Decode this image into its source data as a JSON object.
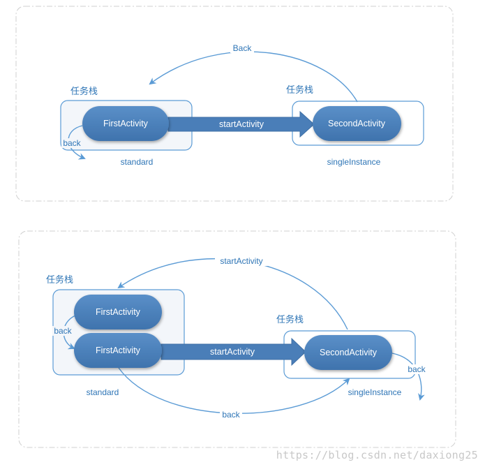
{
  "top_diagram": {
    "task_stack_left": "任务栈",
    "task_stack_right": "任务栈",
    "first_activity": "FirstActivity",
    "second_activity": "SecondActivity",
    "start_activity_arrow": "startActivity",
    "back_arc": "Back",
    "self_back": "back",
    "left_mode": "standard",
    "right_mode": "singleInstance"
  },
  "bottom_diagram": {
    "task_stack_left": "任务栈",
    "task_stack_right": "任务栈",
    "first_activity_top": "FirstActivity",
    "first_activity_bottom": "FirstActivity",
    "second_activity": "SecondActivity",
    "start_activity_arrow": "startActivity",
    "start_activity_arc": "startActivity",
    "back_between": "back",
    "back_right": "back",
    "back_bottom_arc": "back",
    "left_mode": "standard",
    "right_mode": "singleInstance"
  },
  "watermark": "https://blog.csdn.net/daxiong25",
  "colors": {
    "accent": "#5b9bd5",
    "node_fill": "#4a7eb8",
    "text_blue": "#2e75b6",
    "panel_border": "#cfcfcf"
  }
}
